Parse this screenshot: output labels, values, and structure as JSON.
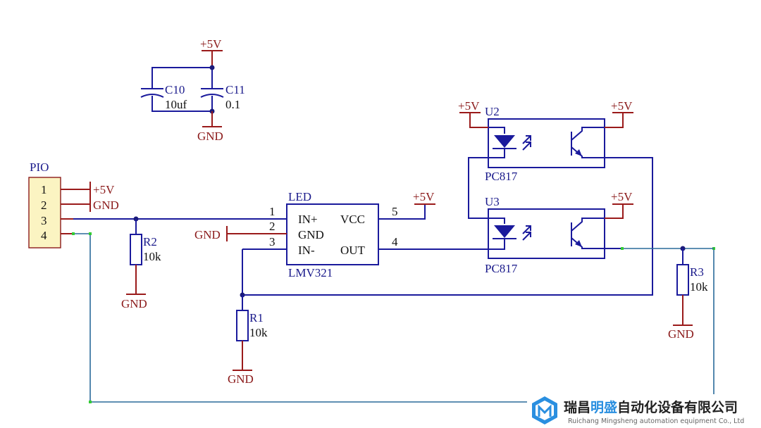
{
  "diagram": {
    "capacitors": {
      "power_top": "+5V",
      "gnd": "GND",
      "c10_name": "C10",
      "c10_value": "10uf",
      "c11_name": "C11",
      "c11_value": "0.1"
    },
    "connector": {
      "name": "PIO",
      "pins": [
        "1",
        "2",
        "3",
        "4"
      ],
      "pin1_net": "+5V",
      "pin2_net": "GND"
    },
    "r2": {
      "name": "R2",
      "value": "10k",
      "gnd": "GND"
    },
    "r1": {
      "name": "R1",
      "value": "10k",
      "gnd": "GND"
    },
    "r3": {
      "name": "R3",
      "value": "10k",
      "gnd": "GND"
    },
    "opamp": {
      "label_top": "LED",
      "label_bottom": "LMV321",
      "in_plus": "IN+",
      "gnd": "GND",
      "in_minus": "IN-",
      "vcc": "VCC",
      "out": "OUT",
      "pin1": "1",
      "pin2": "2",
      "pin3": "3",
      "pin4": "4",
      "pin5": "5",
      "gnd_net": "GND",
      "vcc_net": "+5V"
    },
    "u2": {
      "name": "U2",
      "part": "PC817",
      "vcc_left": "+5V",
      "vcc_right": "+5V"
    },
    "u3": {
      "name": "U3",
      "part": "PC817",
      "vcc_right": "+5V"
    },
    "logo": {
      "company_cn_part1": "瑞昌",
      "company_cn_highlight": "明盛",
      "company_cn_part2": "自动化设备有限公司",
      "company_en": "Ruichang Mingsheng automation equipment Co., Ltd"
    }
  }
}
